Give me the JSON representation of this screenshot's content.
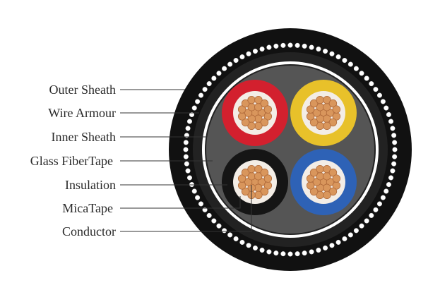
{
  "labels": [
    {
      "id": "outer-sheath",
      "text": "Outer Sheath"
    },
    {
      "id": "wire-armour",
      "text": "Wire Armour"
    },
    {
      "id": "inner-sheath",
      "text": "Inner Sheath"
    },
    {
      "id": "glass-fiber-tape",
      "text": "Glass FiberTape"
    },
    {
      "id": "insulation",
      "text": "Insulation"
    },
    {
      "id": "mica-tape",
      "text": "MicaTape"
    },
    {
      "id": "conductor",
      "text": "Conductor"
    }
  ],
  "colors": {
    "outer_sheath": "#111111",
    "armour_wire": "#ffffff",
    "inner_sheath": "#222222",
    "filler": "#555555",
    "glass_fiber_tape": "#ffffff",
    "core_red": "#d3202e",
    "core_yellow": "#e8c12a",
    "core_black": "#151515",
    "core_blue": "#2e62b6",
    "mica_tape": "#f3ede6",
    "copper": "#d9965c",
    "copper_edge": "#b06a3a"
  },
  "cores": [
    {
      "name": "core-red",
      "color_key": "core_red"
    },
    {
      "name": "core-yellow",
      "color_key": "core_yellow"
    },
    {
      "name": "core-black",
      "color_key": "core_black"
    },
    {
      "name": "core-blue",
      "color_key": "core_blue"
    }
  ]
}
